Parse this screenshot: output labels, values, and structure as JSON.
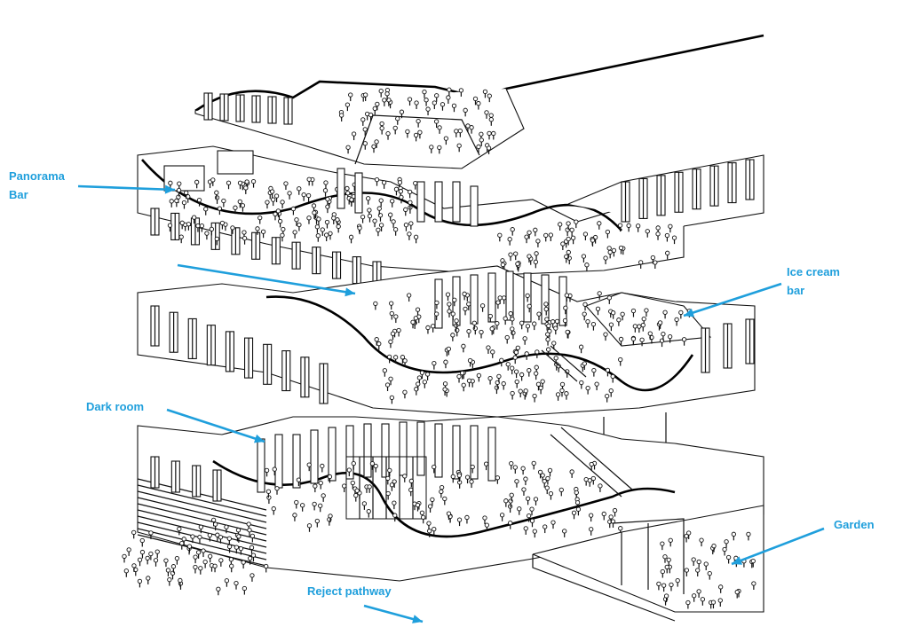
{
  "labels": {
    "panorama_bar": [
      "Panorama",
      "Bar"
    ],
    "ice_cream_bar": [
      "Ice cream",
      "bar"
    ],
    "dark_room": "Dark room",
    "garden": "Garden",
    "reject_pathway": "Reject pathway"
  },
  "colors": {
    "annotation": "#1f9fdc",
    "line": "#111111"
  }
}
